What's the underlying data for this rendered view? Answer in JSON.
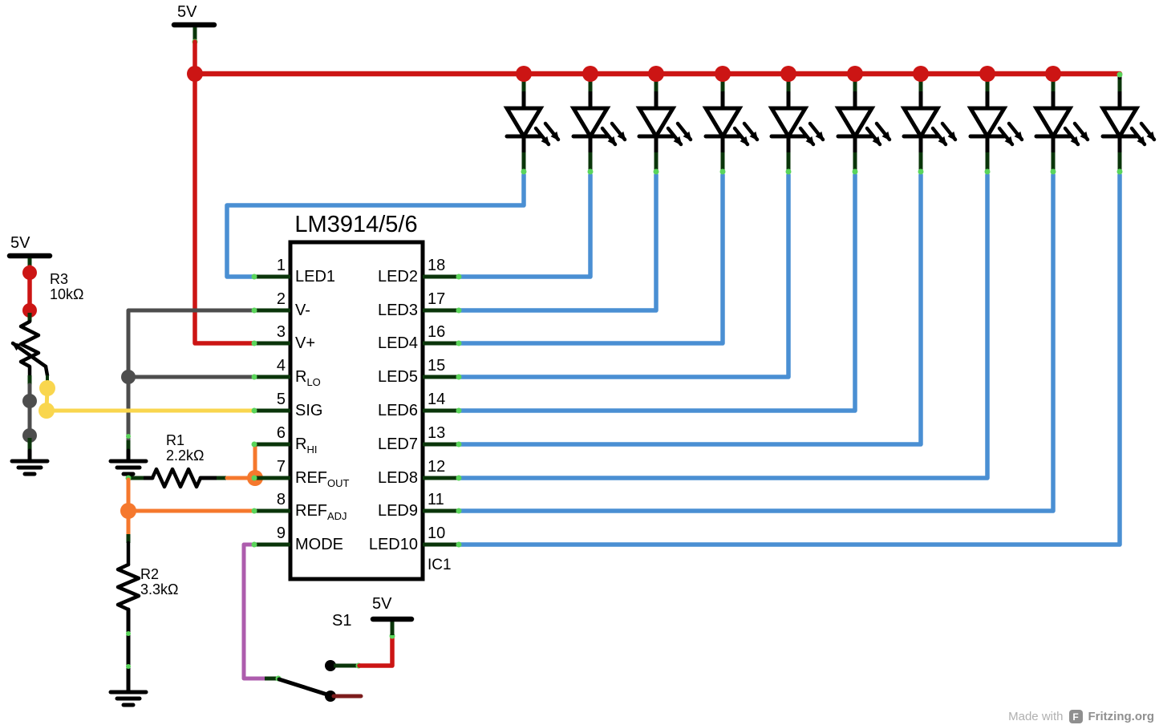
{
  "schematic": {
    "ic_title": "LM3914/5/6",
    "ic_designator": "IC1",
    "left_pins": [
      {
        "num": "1",
        "label": "LED1",
        "sub": ""
      },
      {
        "num": "2",
        "label": "V-",
        "sub": ""
      },
      {
        "num": "3",
        "label": "V+",
        "sub": ""
      },
      {
        "num": "4",
        "label": "R",
        "sub": "LO"
      },
      {
        "num": "5",
        "label": "SIG",
        "sub": ""
      },
      {
        "num": "6",
        "label": "R",
        "sub": "HI"
      },
      {
        "num": "7",
        "label": "REF",
        "sub": "OUT"
      },
      {
        "num": "8",
        "label": "REF",
        "sub": "ADJ"
      },
      {
        "num": "9",
        "label": "MODE",
        "sub": ""
      }
    ],
    "right_pins": [
      {
        "num": "18",
        "label": "LED2"
      },
      {
        "num": "17",
        "label": "LED3"
      },
      {
        "num": "16",
        "label": "LED4"
      },
      {
        "num": "15",
        "label": "LED5"
      },
      {
        "num": "14",
        "label": "LED6"
      },
      {
        "num": "13",
        "label": "LED7"
      },
      {
        "num": "12",
        "label": "LED8"
      },
      {
        "num": "11",
        "label": "LED9"
      },
      {
        "num": "10",
        "label": "LED10"
      }
    ],
    "components": {
      "r3": {
        "name": "R3",
        "value": "10kΩ"
      },
      "r1": {
        "name": "R1",
        "value": "2.2kΩ"
      },
      "r2": {
        "name": "R2",
        "value": "3.3kΩ"
      },
      "s1": {
        "name": "S1"
      }
    },
    "power_labels": {
      "top_rail": "5V",
      "potentiometer": "5V",
      "switch": "5V"
    },
    "led_count": 10
  },
  "footer": {
    "made_with": "Made with",
    "brand": "Fritzing.org"
  },
  "colors": {
    "red": "#cc1514",
    "blue": "#4a8fd3",
    "yellow": "#f9d64e",
    "orange": "#f5782d",
    "purple": "#ad5cad",
    "gray": "#4d4d4d",
    "dark_red": "#7c1c1c",
    "pin_green": "#0a350a",
    "tick_green": "#5ad45a",
    "footer_text": "#b0b0b0",
    "footer_brand": "#8f8f8f"
  }
}
